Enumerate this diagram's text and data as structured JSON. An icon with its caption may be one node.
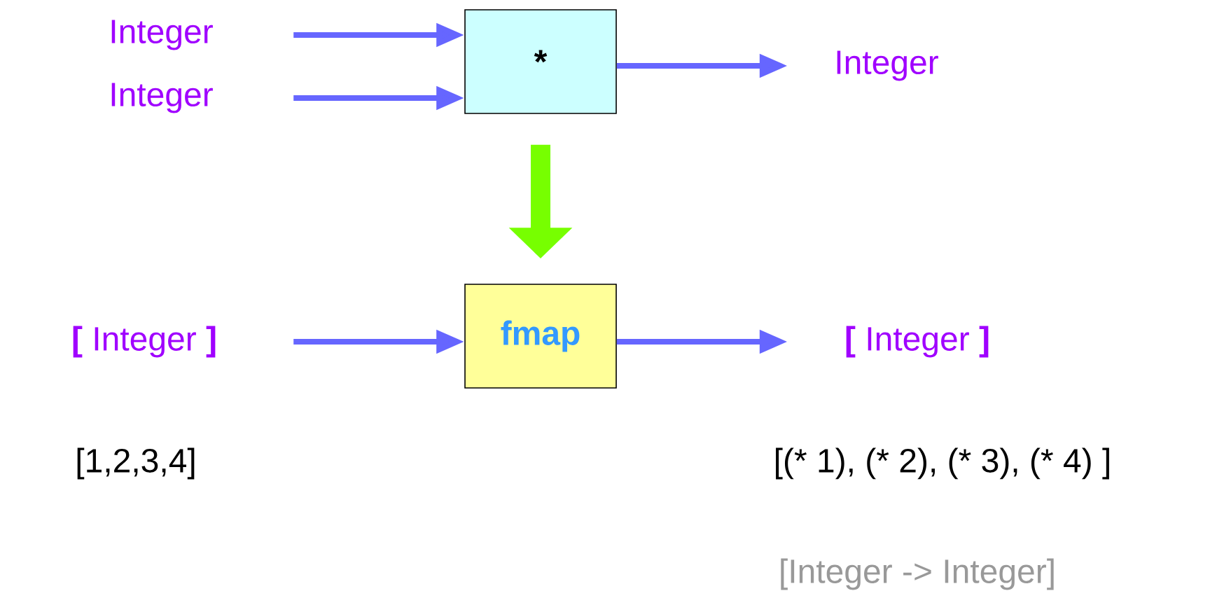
{
  "diagram": {
    "nodes": [
      {
        "text": [
          "Integer"
        ]
      },
      {
        "text": [
          "Integer"
        ]
      },
      {
        "text": [
          "*"
        ]
      },
      {
        "text": [
          "Integer"
        ]
      },
      {
        "text": [
          "**[** Integer **]**"
        ]
      },
      {
        "text": [
          "fmap"
        ]
      },
      {
        "text": [
          "**[** Integer **]**"
        ]
      }
    ],
    "edges": [
      {
        "from": 0,
        "to": 2,
        "arrow": "to"
      },
      {
        "from": 1,
        "to": 2,
        "arrow": "to"
      },
      {
        "from": 2,
        "to": 3,
        "arrow": "to"
      },
      {
        "from": 2,
        "to": 5,
        "arrow": "to",
        "style": "thick",
        "color": "#77ff00"
      },
      {
        "from": 4,
        "to": 5,
        "arrow": "to"
      },
      {
        "from": 5,
        "to": 6,
        "arrow": "to"
      }
    ],
    "labels": [
      "[1,2,3,4]",
      "[(* 1), (* 2), (* 3), (* 4) ]",
      "[Integer -> Integer]"
    ]
  }
}
